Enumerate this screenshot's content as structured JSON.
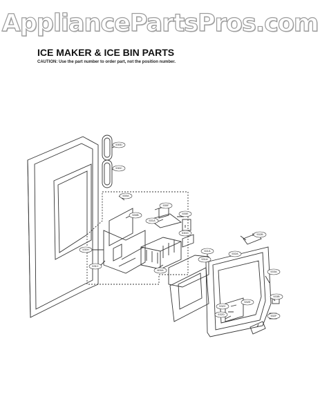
{
  "watermark": "AppliancePartsPros.com",
  "header": {
    "title": "ICE MAKER & ICE BIN PARTS",
    "caution": "CAUTION: Use the part number to order part, not the position number."
  },
  "callouts": {
    "p1": "530D",
    "p2": "530C",
    "p3": "530A",
    "p4": "530B",
    "p5": "530F",
    "p6": "531A",
    "p7": "530E",
    "p8": "530G",
    "p9": "530H",
    "p10": "531C",
    "p11": "600A",
    "p12": "611A",
    "p13": "531A",
    "p14": "532A",
    "p15": "533A",
    "p16": "532C",
    "p17": "532D",
    "p18": "532E",
    "p19": "533B",
    "p20": "532B",
    "p21": "532F"
  }
}
